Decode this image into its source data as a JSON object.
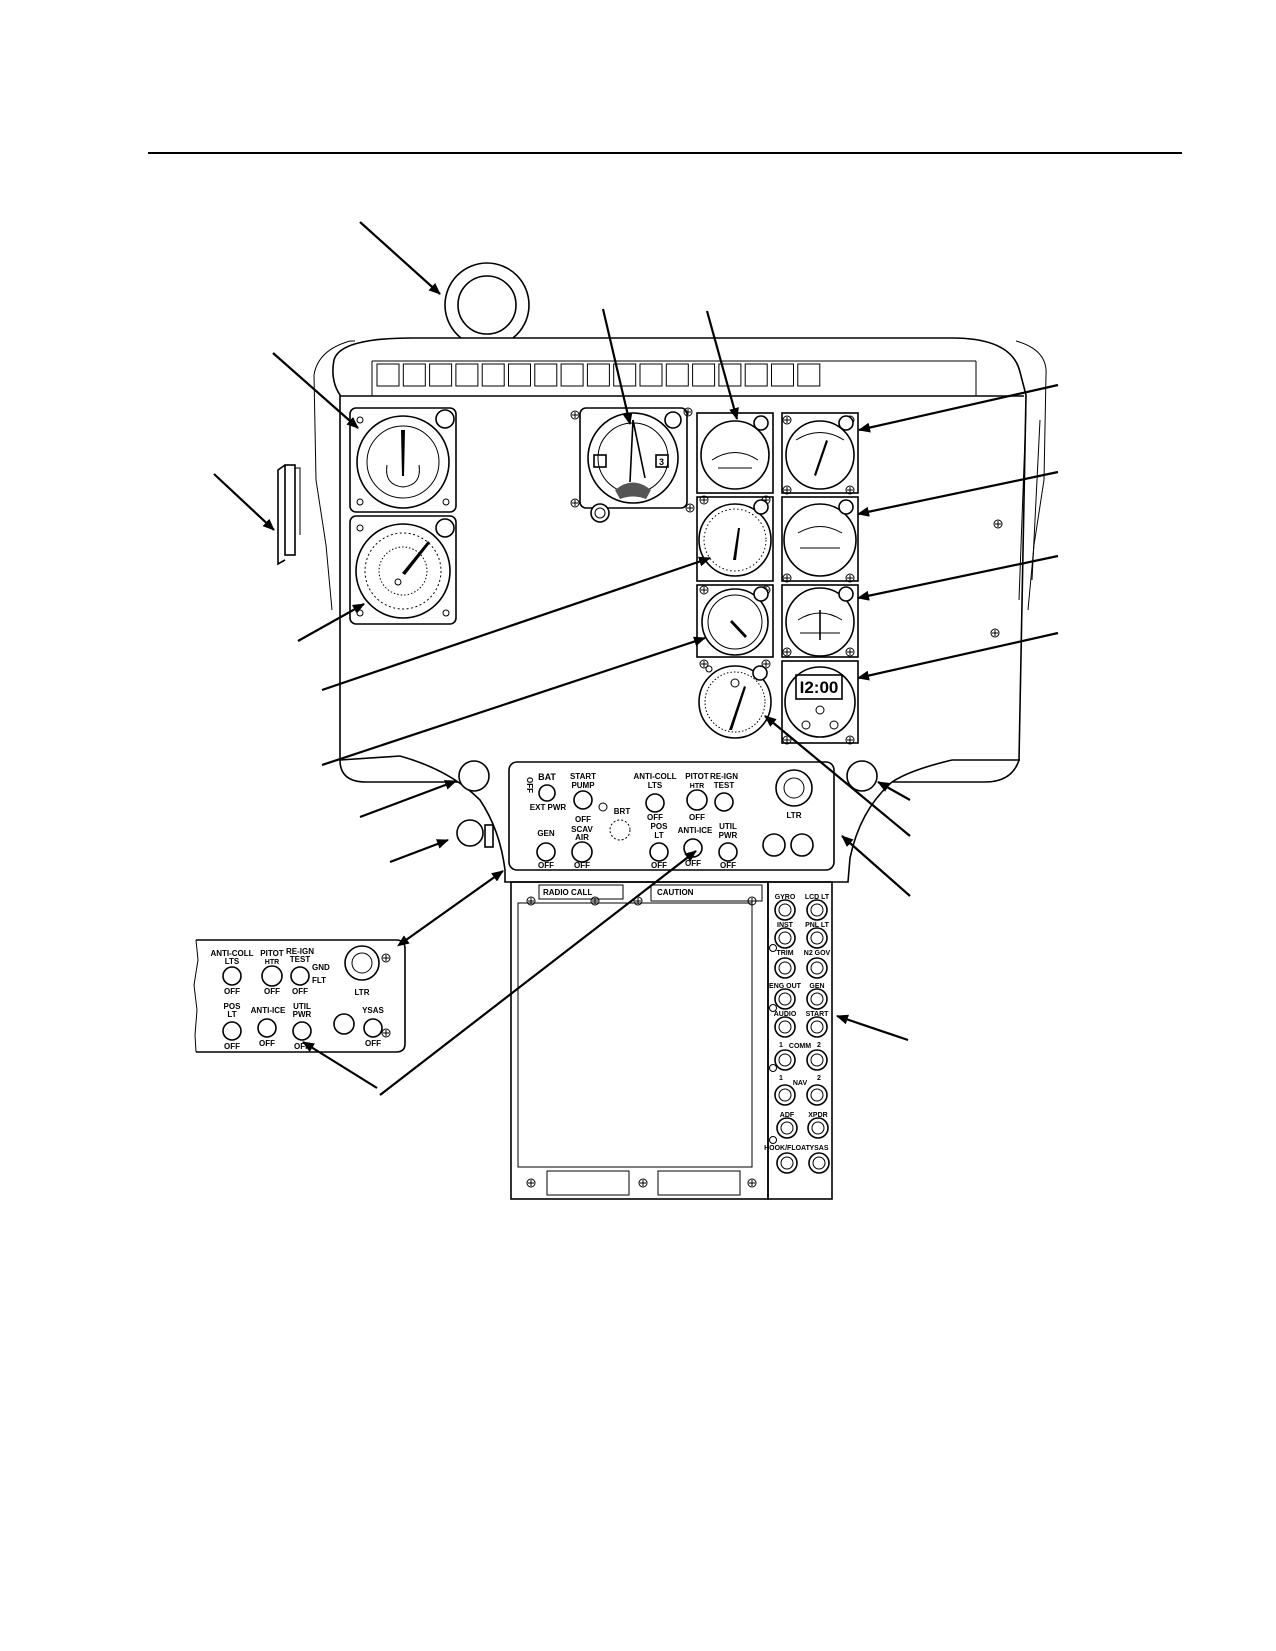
{
  "clock": {
    "time": "I2:00"
  },
  "attitude_indicator": {
    "window_digit": "3"
  },
  "main_switch_panel": {
    "bat": "BAT",
    "bat_off": "OFF",
    "ext_pwr": "EXT PWR",
    "start_pump_1": "START",
    "start_pump_2": "PUMP",
    "start_pump_off": "OFF",
    "brt": "BRT",
    "anti_coll_1": "ANTI-COLL",
    "anti_coll_2": "LTS",
    "anti_coll_off": "OFF",
    "pitot_1": "PITOT",
    "pitot_2": "HTR",
    "pitot_off": "OFF",
    "reign_1": "RE-IGN",
    "reign_2": "TEST",
    "ltr": "LTR",
    "gen": "GEN",
    "gen_off": "OFF",
    "scav_1": "SCAV",
    "scav_2": "AIR",
    "scav_off": "OFF",
    "pos_1": "POS",
    "pos_2": "LT",
    "pos_off": "OFF",
    "anti_ice": "ANTI-ICE",
    "anti_ice_off": "OFF",
    "util_1": "UTIL",
    "util_2": "PWR",
    "util_off": "OFF"
  },
  "detail_panel": {
    "anti_coll_1": "ANTI-COLL",
    "anti_coll_2": "LTS",
    "anti_coll_off": "OFF",
    "pitot_1": "PITOT",
    "pitot_2": "HTR",
    "pitot_off": "OFF",
    "reign_1": "RE-IGN",
    "reign_2": "TEST",
    "gnd": "GND",
    "flt": "FLT",
    "reign_off": "OFF",
    "ltr": "LTR",
    "pos_1": "POS",
    "pos_2": "LT",
    "pos_off": "OFF",
    "anti_ice": "ANTI-ICE",
    "anti_ice_off": "OFF",
    "util_1": "UTIL",
    "util_2": "PWR",
    "util_off": "OFF",
    "ysas": "YSAS",
    "ysas_off": "OFF"
  },
  "console": {
    "radio_call": "RADIO CALL",
    "caution": "CAUTION"
  },
  "breaker_panel": {
    "gyro": "GYRO",
    "lcd_lt": "LCD LT",
    "inst": "INST",
    "pnl_lt": "PNL LT",
    "trim": "TRIM",
    "n2_gov": "N2 GOV",
    "eng_out": "ENG OUT",
    "gen": "GEN",
    "audio": "AUDIO",
    "start": "START",
    "comm_1": "1",
    "comm": "COMM",
    "comm_2": "2",
    "nav_1": "1",
    "nav": "NAV",
    "nav_2": "2",
    "adf": "ADF",
    "xpdr": "XPDR",
    "hook_float": "HOOK/FLOAT",
    "ysas": "YSAS"
  }
}
